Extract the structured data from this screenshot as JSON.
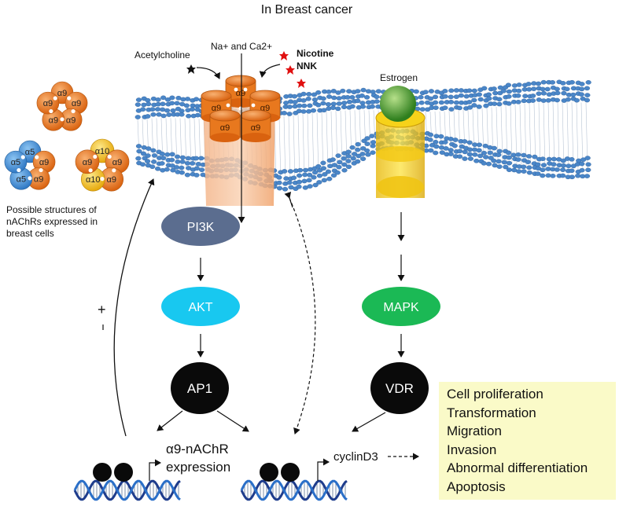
{
  "title": "In Breast cancer",
  "receptor_panel": {
    "ligand_acetylcholine": "Acetylcholine",
    "ions": "Na+ and Ca2+",
    "ligand_nicotine": "Nicotine",
    "ligand_nnk": "NNK",
    "channel_subunits": [
      "α9",
      "α9",
      "α9",
      "α9",
      "α9"
    ],
    "estrogen": "Estrogen"
  },
  "possible_structures": {
    "caption": "Possible structures of nAChRs expressed in breast cells",
    "caption_lines": [
      "Possible structures of",
      "nAChRs expressed in",
      "breast cells"
    ],
    "homomer_a9": [
      "α9",
      "α9",
      "α9",
      "α9",
      "α9"
    ],
    "hetero_a5_a9": [
      "α5",
      "α9",
      "α9",
      "α5",
      "α5"
    ],
    "hetero_a10_a9": [
      "α10",
      "α9",
      "α9",
      "α10",
      "α9"
    ]
  },
  "pathway_left": {
    "node1": "PI3K",
    "node2": "AKT",
    "node3": "AP1",
    "feedback_sign": "+",
    "output_line1": "α9-nAChR",
    "output_line2": "expression"
  },
  "pathway_right": {
    "node1": "MAPK",
    "node2": "VDR",
    "output": "cyclinD3"
  },
  "outcomes": [
    "Cell proliferation",
    "Transformation",
    "Migration",
    "Invasion",
    "Abnormal differentiation",
    "Apoptosis"
  ],
  "colors": {
    "pi3k": "#5b6d8f",
    "akt": "#18c8f0",
    "mapk": "#1bb955",
    "black_node": "#0a0a0a",
    "alpha9": "#e8781e",
    "alpha5": "#3c8fd8",
    "alpha10": "#f2c21a",
    "membrane": "#4a86c8",
    "estrogen": "#3c9a2a",
    "outcomes_bg": "#fafac8"
  }
}
